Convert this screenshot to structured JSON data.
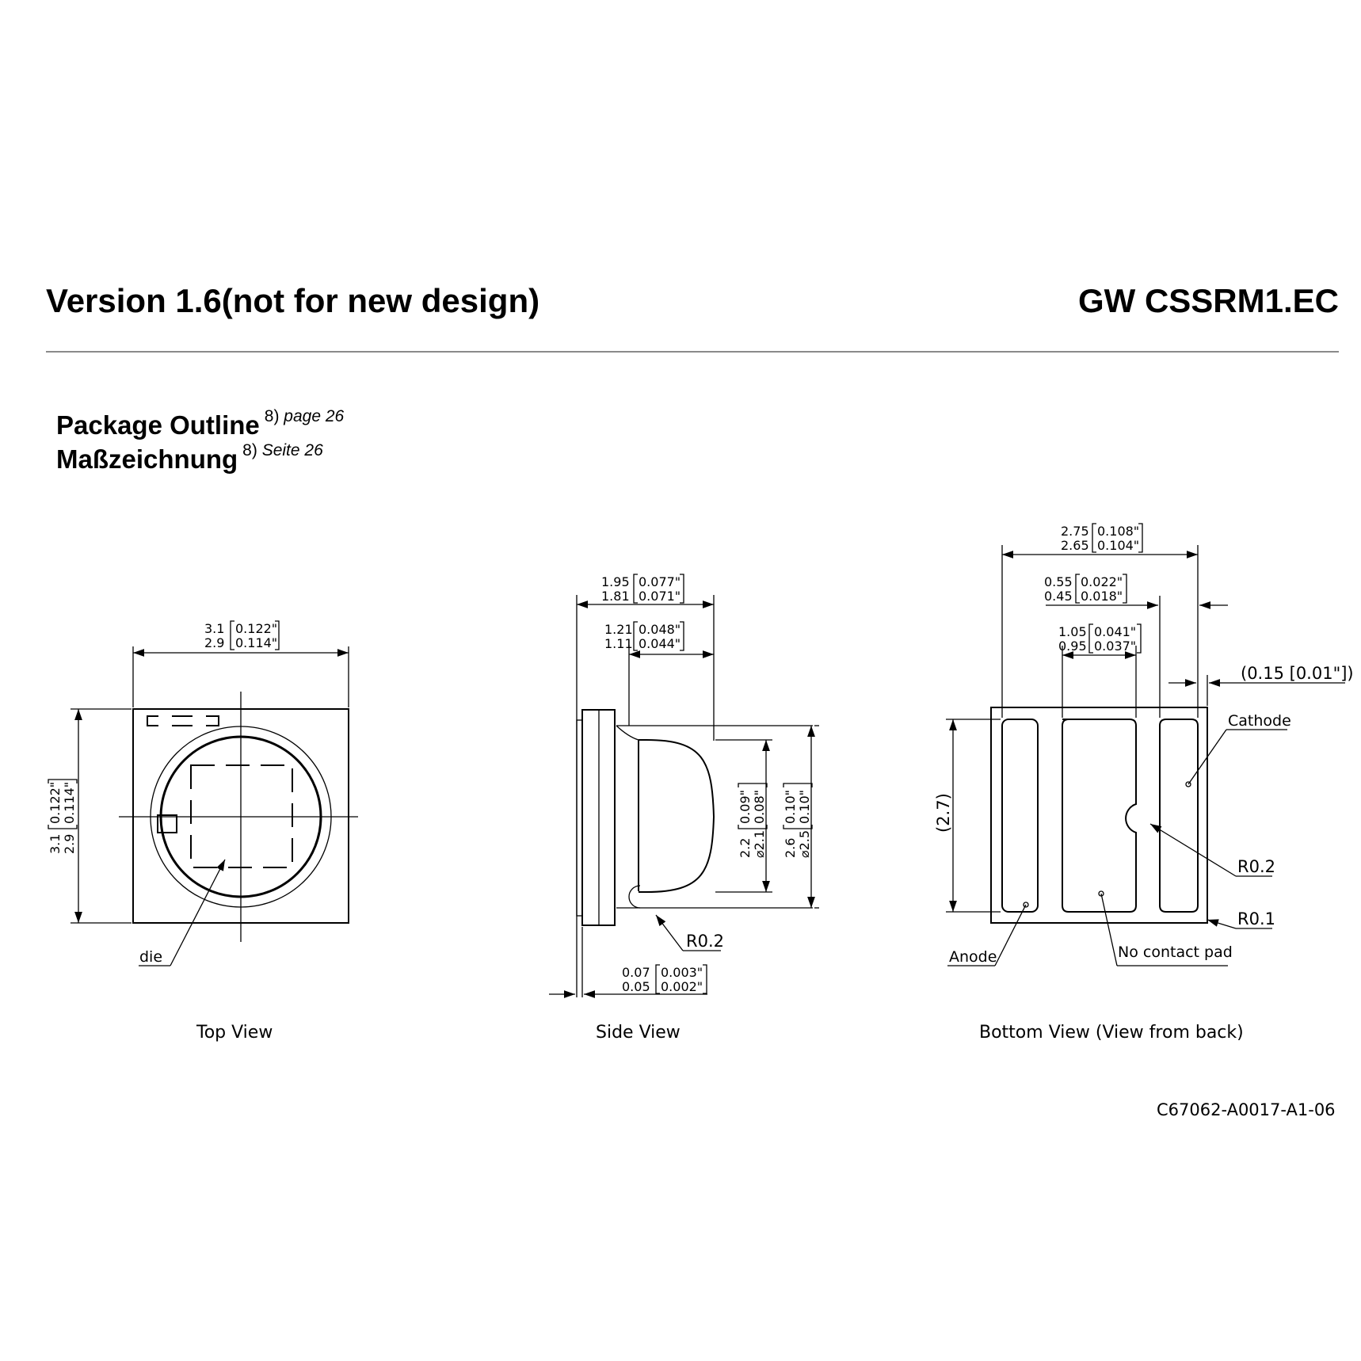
{
  "header": {
    "version": "Version 1.6(not for new design)",
    "part_number": "GW CSSRM1.EC"
  },
  "subtitle": {
    "en_title": "Package Outline",
    "en_note": "8)",
    "en_ref": "page 26",
    "de_title": "Maßzeichnung",
    "de_note": "8)",
    "de_ref": "Seite 26"
  },
  "top_view": {
    "caption": "Top View",
    "width_max": "3.1",
    "width_min": "2.9",
    "width_max_in": "0.122\"",
    "width_min_in": "0.114\"",
    "height_max": "3.1",
    "height_min": "2.9",
    "height_max_in": "0.122\"",
    "height_min_in": "0.114\"",
    "die_label": "die"
  },
  "side_view": {
    "caption": "Side View",
    "overall_max": "1.95",
    "overall_min": "1.81",
    "overall_max_in": "0.077\"",
    "overall_min_in": "0.071\"",
    "lens_max": "1.21",
    "lens_min": "1.11",
    "lens_max_in": "0.048\"",
    "lens_min_in": "0.044\"",
    "inner_dia_max": "2.2",
    "inner_dia_min": "⌀2.1",
    "inner_dia_max_in": "0.09\"",
    "inner_dia_min_in": "0.08\"",
    "outer_dia_max": "2.6",
    "outer_dia_min": "⌀2.5",
    "outer_dia_max_in": "0.10\"",
    "outer_dia_min_in": "0.10\"",
    "radius": "R0.2",
    "pad_max": "0.07",
    "pad_min": "0.05",
    "pad_max_in": "0.003\"",
    "pad_min_in": "0.002\""
  },
  "bottom_view": {
    "caption": "Bottom View (View from back)",
    "outer_max": "2.75",
    "outer_min": "2.65",
    "outer_max_in": "0.108\"",
    "outer_min_in": "0.104\"",
    "pad_max": "0.55",
    "pad_min": "0.45",
    "pad_max_in": "0.022\"",
    "pad_min_in": "0.018\"",
    "center_max": "1.05",
    "center_min": "0.95",
    "center_max_in": "0.041\"",
    "center_min_in": "0.037\"",
    "offset": "(0.15 [0.01\"])",
    "height": "(2.7)",
    "cathode": "Cathode",
    "radius_notch": "R0.2",
    "radius_corner": "R0.1",
    "anode": "Anode",
    "no_contact": "No contact pad"
  },
  "drawing_number": "C67062-A0017-A1-06"
}
